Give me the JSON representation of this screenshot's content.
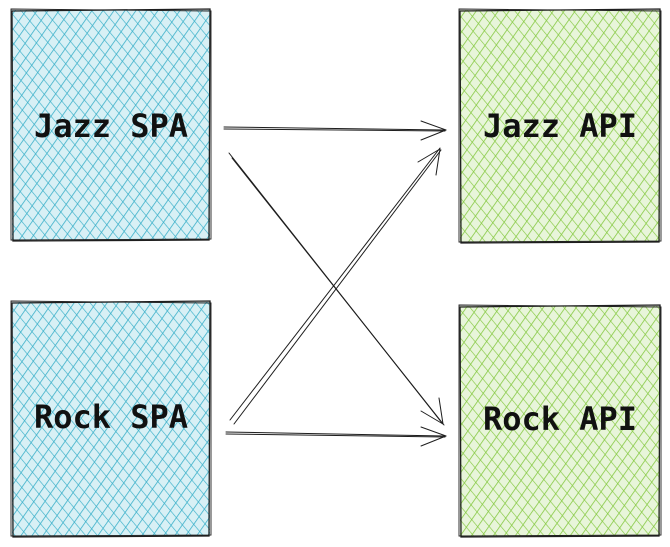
{
  "nodes": {
    "jazz_spa": {
      "label": "Jazz SPA"
    },
    "rock_spa": {
      "label": "Rock SPA"
    },
    "jazz_api": {
      "label": "Jazz API"
    },
    "rock_api": {
      "label": "Rock API"
    }
  },
  "edges": [
    {
      "from": "Jazz SPA",
      "to": "Jazz API"
    },
    {
      "from": "Jazz SPA",
      "to": "Rock API"
    },
    {
      "from": "Rock SPA",
      "to": "Jazz API"
    },
    {
      "from": "Rock SPA",
      "to": "Rock API"
    }
  ],
  "colors": {
    "spa_fill": "#3bb0c9",
    "api_fill": "#86c943",
    "stroke": "#1e1e1e"
  }
}
